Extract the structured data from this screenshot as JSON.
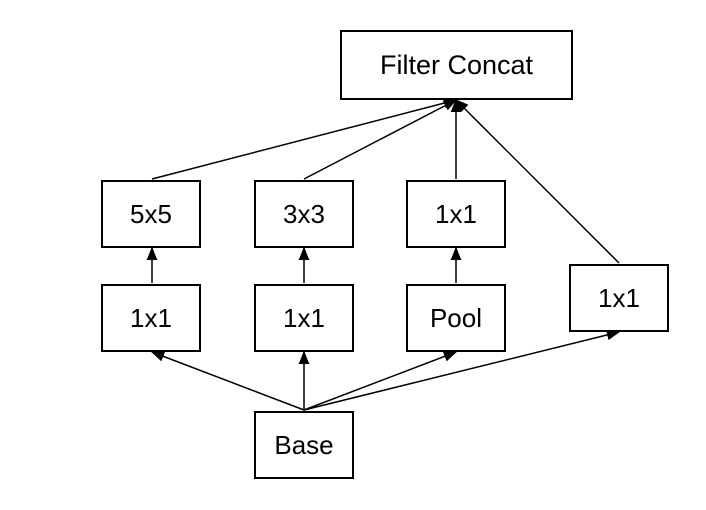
{
  "diagram": {
    "nodes": {
      "concat": "Filter Concat",
      "conv5": "5x5",
      "conv3": "3x3",
      "conv1_top": "1x1",
      "reduce_a": "1x1",
      "reduce_b": "1x1",
      "pool": "Pool",
      "conv1_side": "1x1",
      "base": "Base"
    },
    "edges": [
      [
        "base",
        "reduce_a"
      ],
      [
        "base",
        "reduce_b"
      ],
      [
        "base",
        "pool"
      ],
      [
        "base",
        "conv1_side"
      ],
      [
        "reduce_a",
        "conv5"
      ],
      [
        "reduce_b",
        "conv3"
      ],
      [
        "pool",
        "conv1_top"
      ],
      [
        "conv5",
        "concat"
      ],
      [
        "conv3",
        "concat"
      ],
      [
        "conv1_top",
        "concat"
      ],
      [
        "conv1_side",
        "concat"
      ]
    ],
    "colors": {
      "stroke": "#000000",
      "background": "#ffffff"
    }
  }
}
